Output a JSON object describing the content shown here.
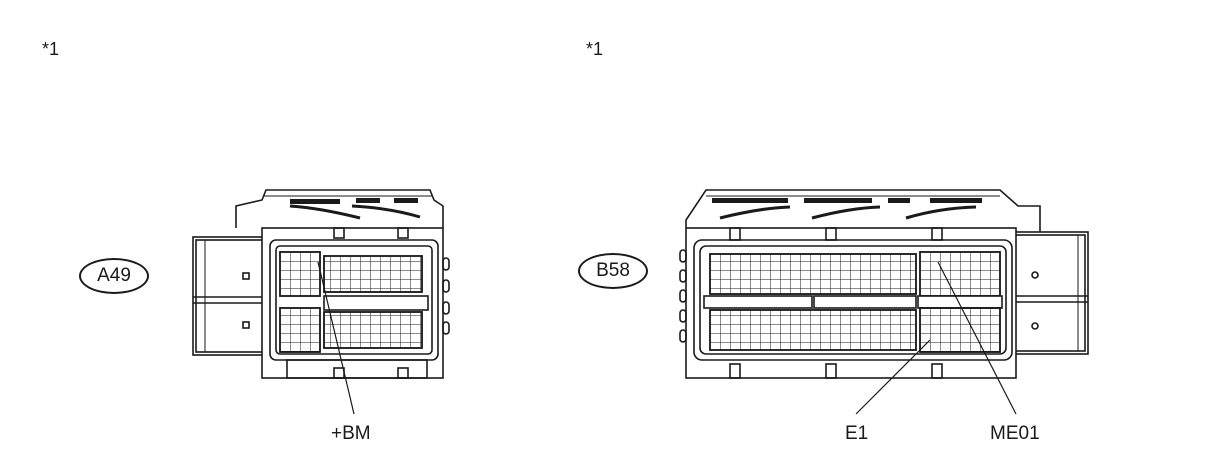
{
  "notes": {
    "left": "*1",
    "right": "*1"
  },
  "connectors": [
    {
      "id": "A49",
      "pins": [
        "+BM"
      ]
    },
    {
      "id": "B58",
      "pins": [
        "E1",
        "ME01"
      ]
    }
  ]
}
